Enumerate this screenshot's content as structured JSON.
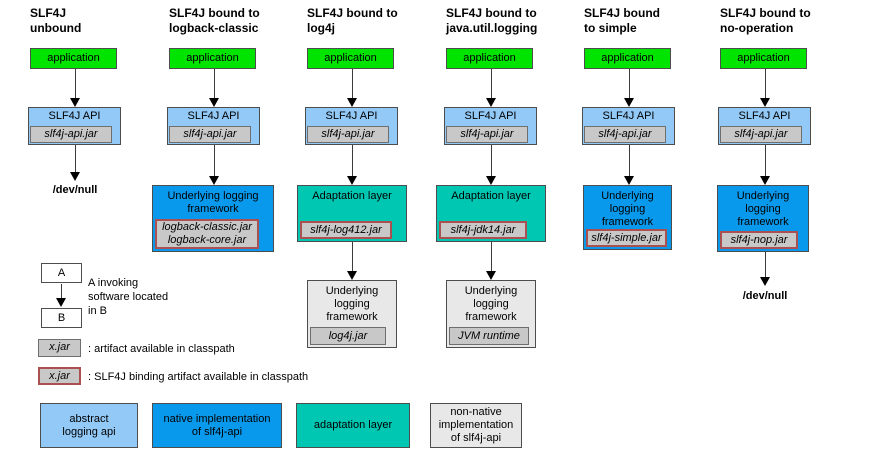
{
  "colors": {
    "application": "#00e400",
    "api": "#92c9f7",
    "native": "#0999ec",
    "adaptation": "#00c7b2",
    "jar": "#c8c8c8",
    "framework": "#e8e8e8",
    "binding_border": "#aa5050"
  },
  "columns": [
    {
      "title": "SLF4J\nunbound",
      "app_label": "application",
      "api_label": "SLF4J API",
      "api_jar": "slf4j-api.jar",
      "output": "/dev/null"
    },
    {
      "title": "SLF4J bound to\nlogback-classic",
      "app_label": "application",
      "api_label": "SLF4J API",
      "api_jar": "slf4j-api.jar",
      "framework_label": "Underlying logging\nframework",
      "framework_jar": "logback-classic.jar\nlogback-core.jar"
    },
    {
      "title": "SLF4J bound to\nlog4j",
      "app_label": "application",
      "api_label": "SLF4J API",
      "api_jar": "slf4j-api.jar",
      "adaptation_label": "Adaptation layer",
      "adaptation_jar": "slf4j-log412.jar",
      "framework_label": "Underlying\nlogging\nframework",
      "framework_jar": "log4j.jar"
    },
    {
      "title": "SLF4J bound to\njava.util.logging",
      "app_label": "application",
      "api_label": "SLF4J API",
      "api_jar": "slf4j-api.jar",
      "adaptation_label": "Adaptation layer",
      "adaptation_jar": "slf4j-jdk14.jar",
      "framework_label": "Underlying\nlogging\nframework",
      "framework_jar": "JVM runtime"
    },
    {
      "title": "SLF4J bound\nto simple",
      "app_label": "application",
      "api_label": "SLF4J API",
      "api_jar": "slf4j-api.jar",
      "framework_label": "Underlying\nlogging\nframework",
      "framework_jar": "slf4j-simple.jar"
    },
    {
      "title": "SLF4J bound to\nno-operation",
      "app_label": "application",
      "api_label": "SLF4J API",
      "api_jar": "slf4j-api.jar",
      "framework_label": "Underlying\nlogging\nframework",
      "framework_jar": "slf4j-nop.jar",
      "output": "/dev/null"
    }
  ],
  "legend": {
    "box_a": "A",
    "box_b": "B",
    "invoke_text": "A invoking\nsoftware located\nin B",
    "artifact_jar": "x.jar",
    "artifact_text": ": artifact available in classpath",
    "binding_jar": "x.jar",
    "binding_text": ": SLF4J binding artifact available in classpath"
  },
  "color_legend": [
    {
      "label": "abstract\nlogging api",
      "type": "abstract-logging-api"
    },
    {
      "label": "native implementation\nof slf4j-api",
      "type": "native-implementation"
    },
    {
      "label": "adaptation layer",
      "type": "adaptation-layer"
    },
    {
      "label": "non-native\nimplementation\nof slf4j-api",
      "type": "non-native-implementation"
    }
  ]
}
